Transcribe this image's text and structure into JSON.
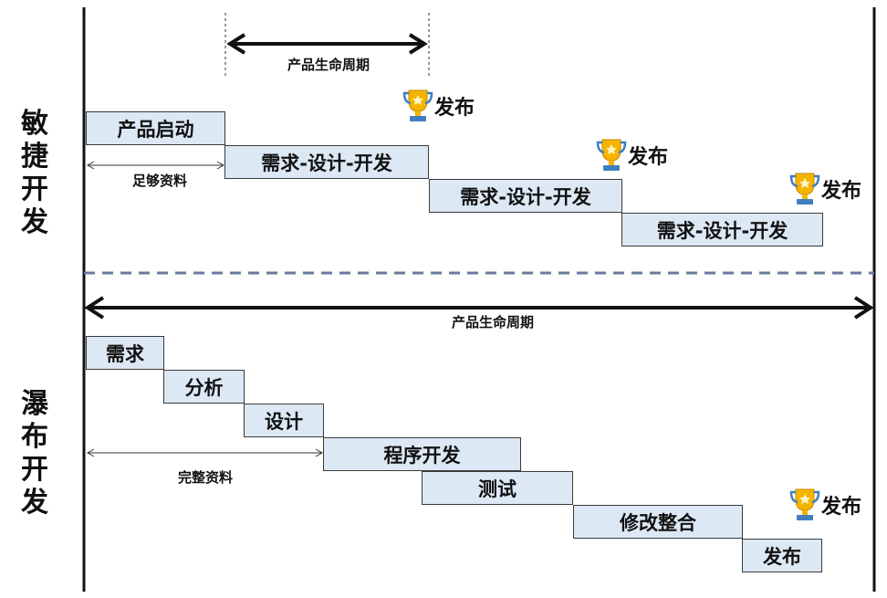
{
  "agile": {
    "title": [
      "敏",
      "捷",
      "开",
      "发"
    ],
    "lifecycle_label": "产品生命周期",
    "start_box": "产品启动",
    "enough_docs_label": "足够资料",
    "iterations": [
      "需求-设计-开发",
      "需求-设计-开发",
      "需求-设计-开发"
    ],
    "release_label": "发布"
  },
  "waterfall": {
    "title": [
      "瀑",
      "布",
      "开",
      "发"
    ],
    "lifecycle_label": "产品生命周期",
    "phases": [
      "需求",
      "分析",
      "设计",
      "程序开发",
      "测试",
      "修改整合",
      "发布"
    ],
    "complete_docs_label": "完整资料",
    "release_label": "发布"
  },
  "colors": {
    "box_fill": "#dce8f4",
    "box_border": "#3a3a3a",
    "divider": "#6a7a99",
    "trophy": "#f5b400",
    "trophy_base": "#3f7fc0"
  },
  "icons": {
    "release": "trophy-icon"
  }
}
